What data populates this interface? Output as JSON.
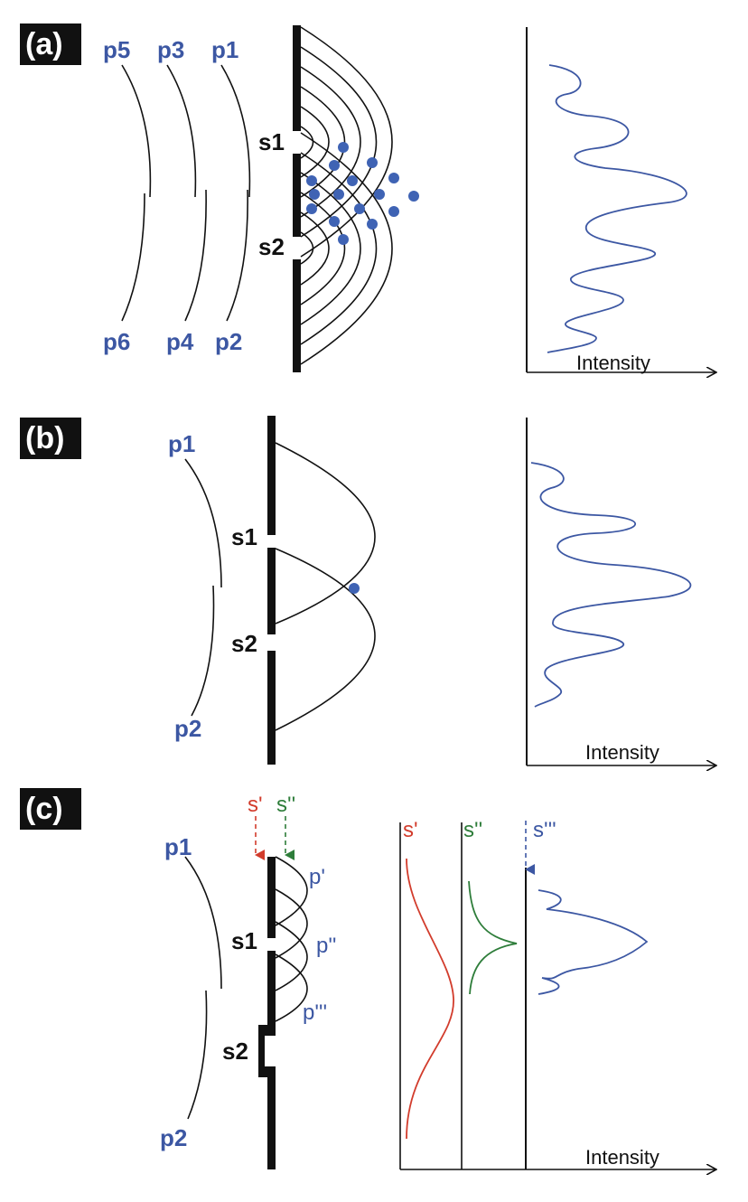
{
  "colors": {
    "blue": "#3c57a3",
    "red": "#d23c2c",
    "green": "#2e7d3a",
    "black": "#111111",
    "dot": "#3f63b4"
  },
  "panel_a": {
    "tag": "(a)",
    "packets_top": [
      "p5",
      "p3",
      "p1"
    ],
    "packets_bottom": [
      "p6",
      "p4",
      "p2"
    ],
    "slit1": "s1",
    "slit2": "s2",
    "axis_label": "Intensity"
  },
  "panel_b": {
    "tag": "(b)",
    "packet_top": "p1",
    "packet_bottom": "p2",
    "slit1": "s1",
    "slit2": "s2",
    "axis_label": "Intensity"
  },
  "panel_c": {
    "tag": "(c)",
    "packet_top": "p1",
    "packet_bottom": "p2",
    "slit1": "s1",
    "slit2": "s2",
    "source_red": "s'",
    "source_green": "s''",
    "wave_labels": [
      "p'",
      "p''",
      "p'''"
    ],
    "screen_labels": [
      "s'",
      "s''",
      "s'''"
    ],
    "axis_label": "Intensity"
  }
}
